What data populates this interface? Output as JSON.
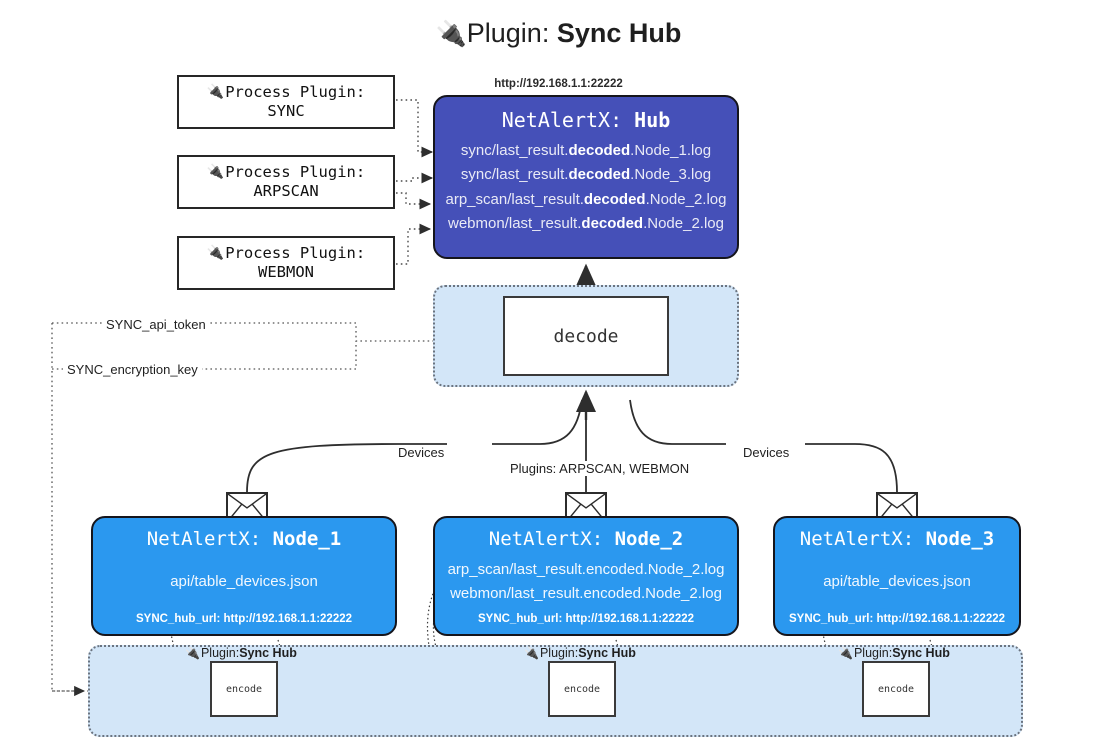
{
  "header": {
    "plug_icon": "🔌",
    "prefix": "Plugin: ",
    "name": "Sync Hub"
  },
  "process_plugins": [
    {
      "icon": "🔌",
      "line1": "Process Plugin:",
      "line2": "SYNC"
    },
    {
      "icon": "🔌",
      "line1": "Process Plugin:",
      "line2": "ARPSCAN"
    },
    {
      "icon": "🔌",
      "line1": "Process Plugin:",
      "line2": "WEBMON"
    }
  ],
  "hub": {
    "url": "http://192.168.1.1:22222",
    "title_prefix": "NetAlertX: ",
    "title_name": "Hub",
    "logs": [
      {
        "pre": "sync/last_result.",
        "em": "decoded",
        "post": ".Node_1.log"
      },
      {
        "pre": "sync/last_result.",
        "em": "decoded",
        "post": ".Node_3.log"
      },
      {
        "pre": "arp_scan/last_result.",
        "em": "decoded",
        "post": ".Node_2.log"
      },
      {
        "pre": "webmon/last_result.",
        "em": "decoded",
        "post": ".Node_2.log"
      }
    ]
  },
  "decode": {
    "label": "decode"
  },
  "secrets": [
    {
      "label": "SYNC_api_token"
    },
    {
      "label": "SYNC_encryption_key"
    }
  ],
  "edge_labels": {
    "devices_left": "Devices",
    "devices_right": "Devices",
    "plugins_center": "Plugins: ARPSCAN, WEBMON"
  },
  "nodes": [
    {
      "title_prefix": "NetAlertX: ",
      "title_name": "Node_1",
      "lines": [
        "api/table_devices.json"
      ],
      "footer": "SYNC_hub_url: http://192.168.1.1:22222",
      "envelope_icon": "envelope-icon"
    },
    {
      "title_prefix": "NetAlertX: ",
      "title_name": "Node_2",
      "lines": [
        "arp_scan/last_result.encoded.Node_2.log",
        "webmon/last_result.encoded.Node_2.log"
      ],
      "footer": "SYNC_hub_url: http://192.168.1.1:22222",
      "envelope_icon": "envelope-icon"
    },
    {
      "title_prefix": "NetAlertX: ",
      "title_name": "Node_3",
      "lines": [
        "api/table_devices.json"
      ],
      "footer": "SYNC_hub_url: http://192.168.1.1:22222",
      "envelope_icon": "envelope-icon"
    }
  ],
  "encoders": [
    {
      "icon": "🔌",
      "caption_prefix": "Plugin: ",
      "caption_name": "Sync Hub",
      "label": "encode"
    },
    {
      "icon": "🔌",
      "caption_prefix": "Plugin: ",
      "caption_name": "Sync Hub",
      "label": "encode"
    },
    {
      "icon": "🔌",
      "caption_prefix": "Plugin: ",
      "caption_name": "Sync Hub",
      "label": "encode"
    }
  ],
  "colors": {
    "hub_fill": "#4550b8",
    "node_fill": "#2b98ef",
    "group_fill": "#d3e6f8",
    "stroke": "#15151c",
    "dotted_stroke": "#6b7480"
  }
}
